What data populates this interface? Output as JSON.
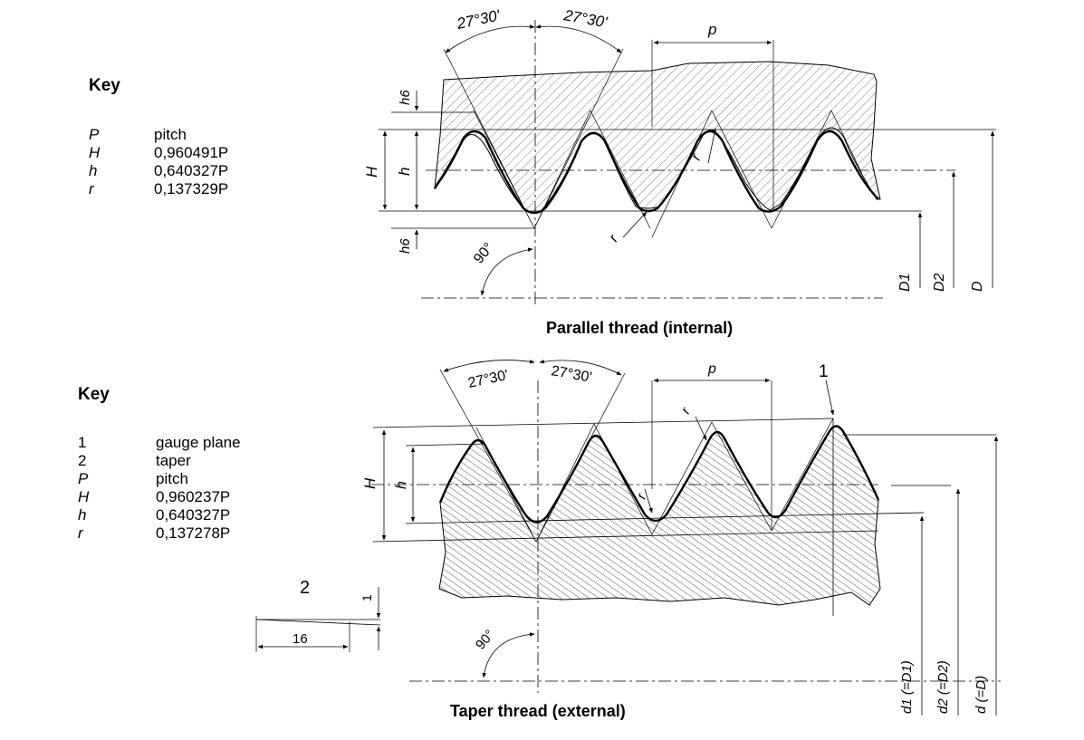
{
  "top": {
    "key_title": "Key",
    "key_rows": [
      {
        "sym": "P",
        "desc": "pitch"
      },
      {
        "sym": "H",
        "desc": "0,960491P"
      },
      {
        "sym": "h",
        "desc": "0,640327P"
      },
      {
        "sym": "r",
        "desc": "0,137329P"
      }
    ],
    "caption": "Parallel thread (internal)",
    "labels": {
      "angle_left": "27°30'",
      "angle_right": "27°30'",
      "pitch": "p",
      "h6_top": "h6",
      "h6_bottom": "h6",
      "H": "H",
      "h": "h",
      "r_top": "r",
      "r_bottom": "r",
      "angle_90": "90°",
      "D1": "D1",
      "D2": "D2",
      "D": "D"
    }
  },
  "bottom": {
    "key_title": "Key",
    "key_rows": [
      {
        "sym": "1",
        "desc": "gauge plane"
      },
      {
        "sym": "2",
        "desc": "taper"
      },
      {
        "sym": "P",
        "desc": "pitch"
      },
      {
        "sym": "H",
        "desc": "0,960237P"
      },
      {
        "sym": "h",
        "desc": "0,640327P"
      },
      {
        "sym": "r",
        "desc": "0,137278P"
      }
    ],
    "caption": "Taper thread (external)",
    "labels": {
      "angle_left": "27°30'",
      "angle_right": "27°30'",
      "pitch": "p",
      "callout_1": "1",
      "H": "H",
      "h": "h",
      "r_top": "r",
      "r_left": "r",
      "angle_90": "90°",
      "taper_callout": "2",
      "taper_rise": "1",
      "taper_run": "16",
      "d1": "d1 (=D1)",
      "d2": "d2 (=D2)",
      "d": "d (=D)"
    }
  }
}
